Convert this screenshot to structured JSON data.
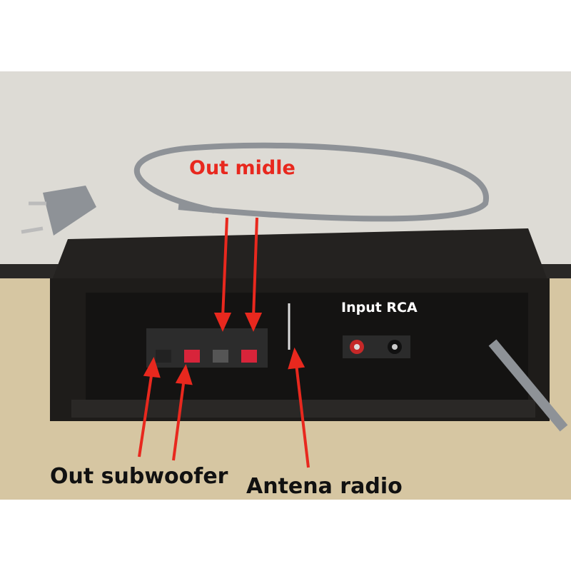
{
  "annotations": {
    "out_midle": "Out midle",
    "input_rca": "Input RCA",
    "out_subwoofer": "Out subwoofer",
    "antena_radio": "Antena radio"
  },
  "colors": {
    "arrow": "#e8281e",
    "box": "#1c1a18",
    "wall": "#dcdad4",
    "floor": "#d8c9a6",
    "cable": "#8e9297"
  }
}
